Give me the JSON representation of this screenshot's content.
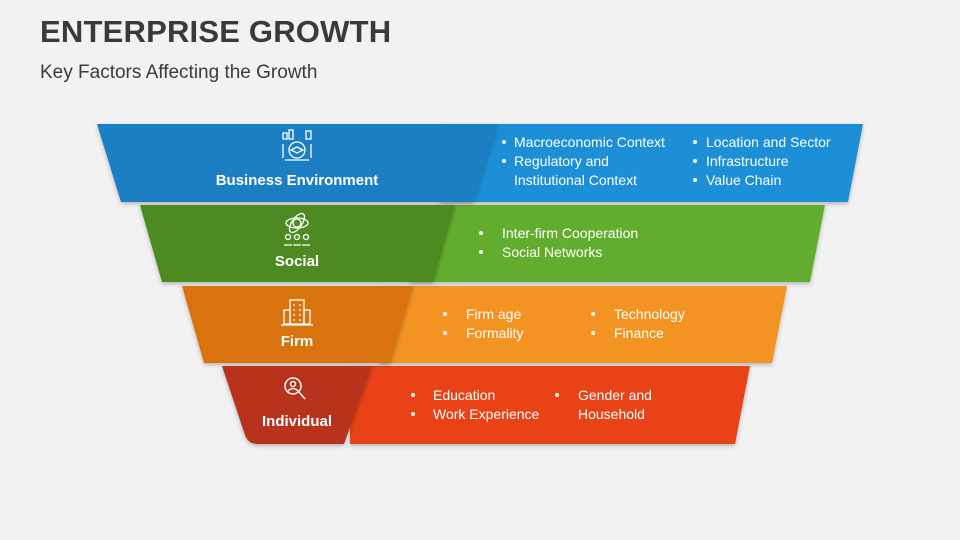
{
  "title": "ENTERPRISE GROWTH",
  "subtitle": "Key Factors Affecting the Growth",
  "levels": [
    {
      "label": "Business Environment",
      "icon": "business-environment-icon",
      "color": "#1a7fc4",
      "bar_color": "#1e8fd6",
      "points": [
        "Macroeconomic Context",
        "Regulatory and",
        "Institutional Context",
        "Location and Sector",
        "Infrastructure",
        "Value Chain"
      ]
    },
    {
      "label": "Social",
      "icon": "social-network-icon",
      "color": "#4e8a22",
      "bar_color": "#63ad2f",
      "points": [
        "Inter-firm Cooperation",
        "Social Networks"
      ]
    },
    {
      "label": "Firm",
      "icon": "building-icon",
      "color": "#d8730d",
      "bar_color": "#f29323",
      "points": [
        "Firm age",
        "Formality",
        "Technology",
        "Finance"
      ]
    },
    {
      "label": "Individual",
      "icon": "person-search-icon",
      "color": "#b8301a",
      "bar_color": "#e84319",
      "points": [
        "Education",
        "Work Experience",
        "Gender and",
        "Household"
      ]
    }
  ]
}
